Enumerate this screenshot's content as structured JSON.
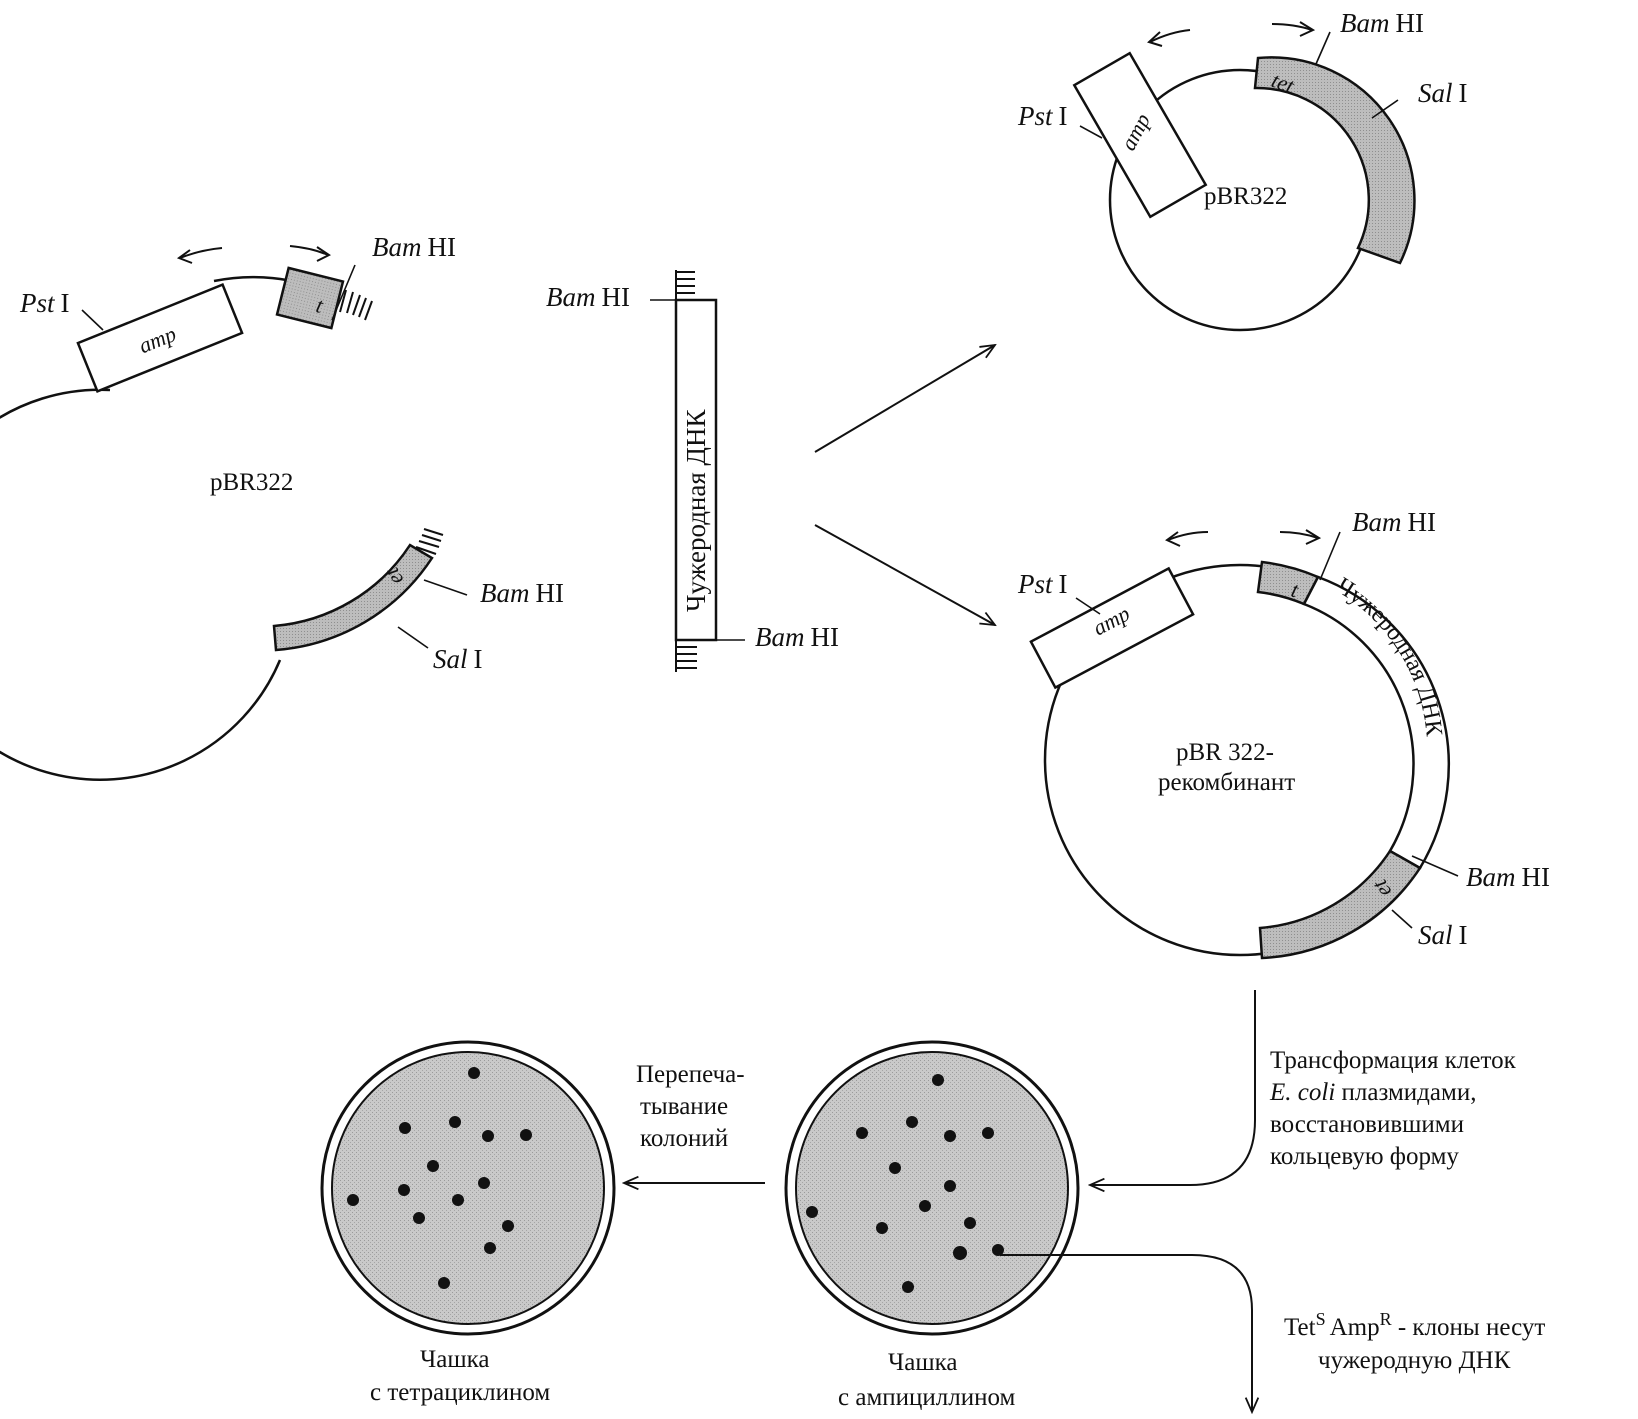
{
  "plasmid_left": {
    "name": "pBR322",
    "amp": "amp",
    "tet": "t",
    "tet2": "et",
    "pst_name": "Pst",
    "pst_suffix": "I",
    "bam_top_name": "Bam",
    "bam_top_suffix": "HI",
    "bam_bottom_name": "Bam",
    "bam_bottom_suffix": "HI",
    "sal_name": "Sal",
    "sal_suffix": "I"
  },
  "foreign_dna": {
    "label": "Чужеродная ДНК",
    "bam_top_name": "Bam",
    "bam_top_suffix": "HI",
    "bam_bottom_name": "Bam",
    "bam_bottom_suffix": "HI"
  },
  "plasmid_top_right": {
    "name": "pBR322",
    "amp": "amp",
    "tet": "tet",
    "pst_name": "Pst",
    "pst_suffix": "I",
    "bam_name": "Bam",
    "bam_suffix": "HI",
    "sal_name": "Sal",
    "sal_suffix": "I"
  },
  "plasmid_recombinant": {
    "name_line1": "pBR 322-",
    "name_line2": "рекомбинант",
    "amp": "amp",
    "tet": "t",
    "tet2": "et",
    "insert": "Чужеродная ДНК",
    "pst_name": "Pst",
    "pst_suffix": "I",
    "bam_top_name": "Bam",
    "bam_top_suffix": "HI",
    "bam_bottom_name": "Bam",
    "bam_bottom_suffix": "HI",
    "sal_name": "Sal",
    "sal_suffix": "I"
  },
  "transformation": {
    "line1": "Трансформация клеток",
    "line2_italic": "E. coli",
    "line2_rest": " плазмидами,",
    "line3": "восстановившими",
    "line4": "кольцевую форму"
  },
  "replica": {
    "line1": "Перепеча-",
    "line2": "тывание",
    "line3": "колоний"
  },
  "dish_tet": {
    "line1": "Чашка",
    "line2": "с тетрациклином"
  },
  "dish_amp": {
    "line1": "Чашка",
    "line2": "с ампициллином"
  },
  "result": {
    "tet": "Tet",
    "tet_sup": "S",
    "amp": "Amp",
    "amp_sup": "R",
    "rest": " - клоны несут",
    "line2": "чужеродную ДНК"
  },
  "colors": {
    "stroke": "#111111",
    "gene_fill": "#b5b5b5",
    "dish_fill": "#c4c4c4",
    "colony": "#111111"
  }
}
